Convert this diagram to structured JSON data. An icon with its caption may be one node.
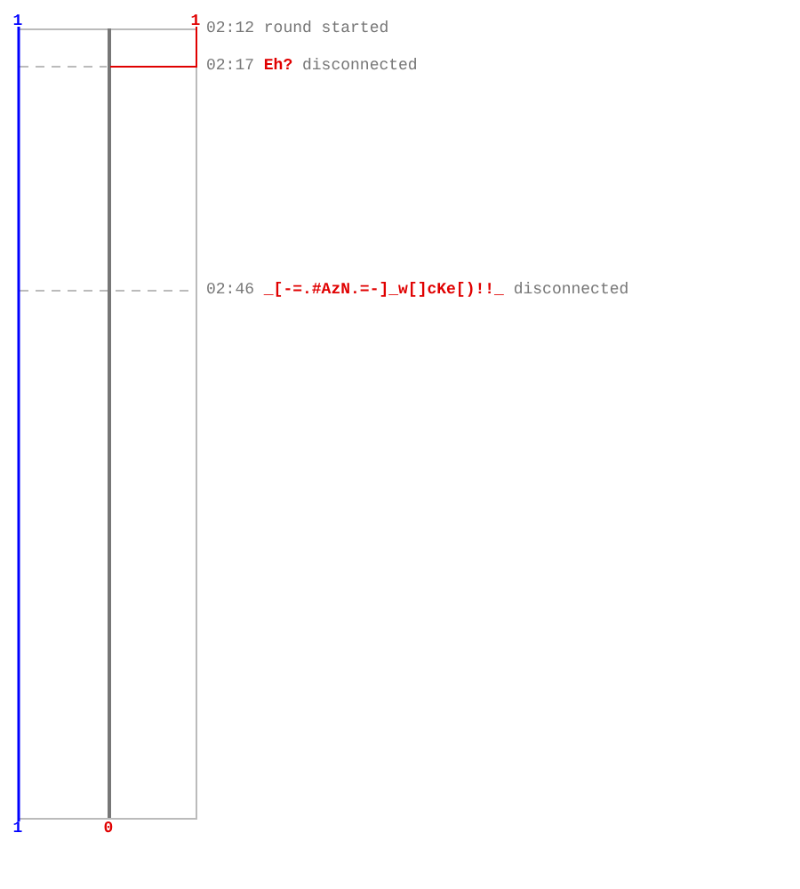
{
  "diagram": {
    "labels": [
      "1",
      "1",
      "02:12 round started",
      "02:17 **Eh?** disconnected",
      "02:46 **_[-=.#AzN.=-]_w[]cKe[)!!_** disconnected",
      "1",
      "0"
    ]
  }
}
